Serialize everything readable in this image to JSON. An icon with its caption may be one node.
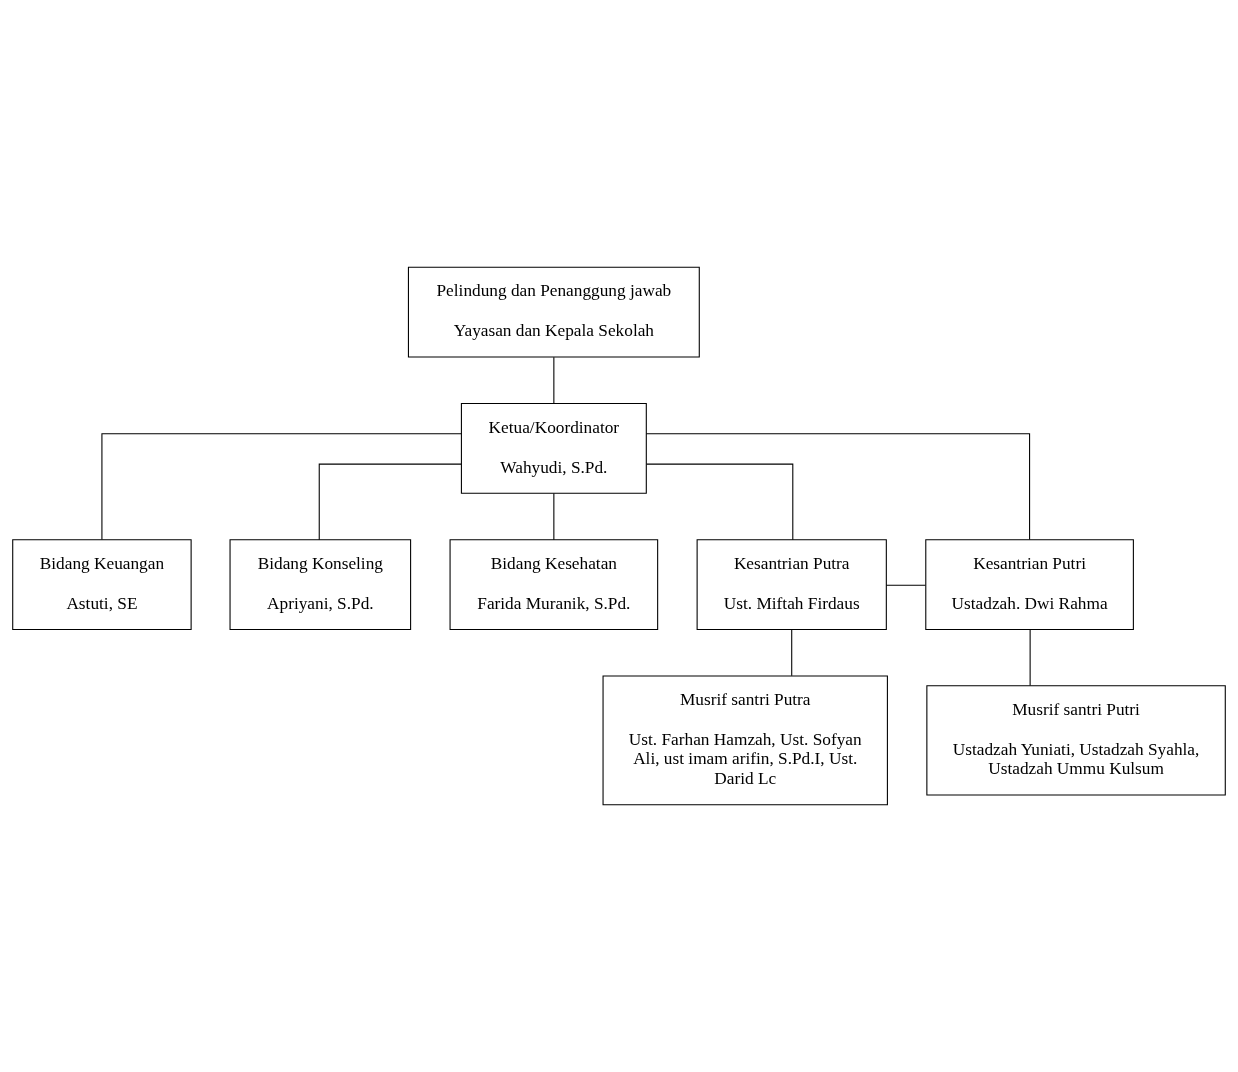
{
  "diagram": {
    "nodes": [
      {
        "text": [
          "Pelindung dan Penanggung jawab",
          "Yayasan dan Kepala Sekolah"
        ]
      },
      {
        "text": [
          "Ketua/Koordinator",
          "Wahyudi, S.Pd."
        ]
      },
      {
        "text": [
          "Bidang Keuangan",
          "Astuti, SE"
        ]
      },
      {
        "text": [
          "Bidang Konseling",
          "Apriyani, S.Pd."
        ]
      },
      {
        "text": [
          "Bidang Kesehatan",
          "Farida Muranik, S.Pd."
        ]
      },
      {
        "text": [
          "Kesantrian Putra",
          "Ust. Miftah Firdaus"
        ]
      },
      {
        "text": [
          "Kesantrian Putri",
          "Ustadzah. Dwi Rahma"
        ]
      },
      {
        "text": [
          "Musrif santri Putra",
          "Ust. Farhan Hamzah, Ust. Sofyan Ali, ust imam arifin, S.Pd.I, Ust. Darid Lc"
        ]
      },
      {
        "text": [
          "Musrif santri Putri",
          "Ustadzah Yuniati, Ustadzah Syahla, Ustadzah Ummu Kulsum"
        ]
      }
    ],
    "edges": [
      {
        "from": 0,
        "to": 1,
        "arrow": "none"
      },
      {
        "from": 1,
        "to": 2,
        "arrow": "none"
      },
      {
        "from": 1,
        "to": 5,
        "arrow": "none"
      },
      {
        "from": 1,
        "to": 3,
        "arrow": "none"
      },
      {
        "from": 1,
        "to": 6,
        "arrow": "none"
      },
      {
        "from": 1,
        "to": 4,
        "arrow": "none"
      },
      {
        "from": 5,
        "to": 6,
        "arrow": "none"
      },
      {
        "from": 5,
        "to": 7,
        "arrow": "none"
      },
      {
        "from": 6,
        "to": 8,
        "arrow": "none"
      }
    ]
  }
}
